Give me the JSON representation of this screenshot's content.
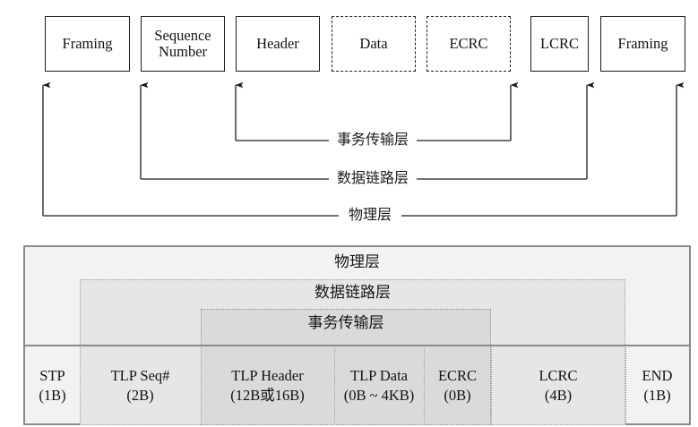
{
  "figure": {
    "title_text": "",
    "colors": {
      "outline": "#1d1d1d",
      "stack_border": "#8a8a8a",
      "physical_fill": "#f2f2f0",
      "datalink_fill": "#e6e6e4",
      "transaction_fill": "#dadad8"
    }
  },
  "packet_fields": [
    {
      "label": "Framing",
      "line2": "",
      "style": "solid"
    },
    {
      "label": "Sequence",
      "line2": "Number",
      "style": "solid"
    },
    {
      "label": "Header",
      "line2": "",
      "style": "solid"
    },
    {
      "label": "Data",
      "line2": "",
      "style": "dashed"
    },
    {
      "label": "ECRC",
      "line2": "",
      "style": "dashed"
    },
    {
      "label": "LCRC",
      "line2": "",
      "style": "solid"
    },
    {
      "label": "Framing",
      "line2": "",
      "style": "solid"
    }
  ],
  "brackets": [
    {
      "label": "事务传输层",
      "spans": "Header to ECRC"
    },
    {
      "label": "数据链路层",
      "spans": "Sequence Number to LCRC"
    },
    {
      "label": "物理层",
      "spans": "Framing to Framing"
    }
  ],
  "stack": {
    "layers": [
      {
        "name": "物理层"
      },
      {
        "name": "数据链路层"
      },
      {
        "name": "事务传输层"
      }
    ],
    "cells": [
      {
        "label": "STP",
        "size": "(1B)"
      },
      {
        "label": "TLP Seq#",
        "size": "(2B)"
      },
      {
        "label": "TLP Header",
        "size": "(12B或16B)"
      },
      {
        "label": "TLP Data",
        "size": "(0B ~ 4KB)"
      },
      {
        "label": "ECRC",
        "size": "(0B)"
      },
      {
        "label": "LCRC",
        "size": "(4B)"
      },
      {
        "label": "END",
        "size": "(1B)"
      }
    ]
  }
}
